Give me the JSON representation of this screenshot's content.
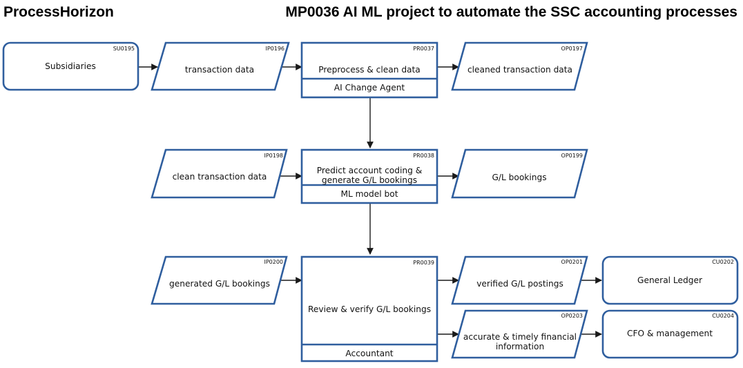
{
  "header": {
    "brand": "ProcessHorizon",
    "title": "MP0036 AI ML project to automate the SSC accounting processes"
  },
  "nodes": {
    "su0195": {
      "code": "SU0195",
      "label": "Subsidiaries"
    },
    "ip0196": {
      "code": "IP0196",
      "label": "transaction data"
    },
    "pr0037": {
      "code": "PR0037",
      "label": "Preprocess & clean data",
      "role": "AI Change Agent"
    },
    "op0197": {
      "code": "OP0197",
      "label": "cleaned transaction data"
    },
    "ip0198": {
      "code": "IP0198",
      "label": "clean transaction data"
    },
    "pr0038": {
      "code": "PR0038",
      "label_line1": "Predict account coding &",
      "label_line2": "generate G/L bookings",
      "role": "ML model bot"
    },
    "op0199": {
      "code": "OP0199",
      "label": "G/L bookings"
    },
    "ip0200": {
      "code": "IP0200",
      "label": "generated G/L bookings"
    },
    "pr0039": {
      "code": "PR0039",
      "label": "Review & verify G/L bookings",
      "role": "Accountant"
    },
    "op0201": {
      "code": "OP0201",
      "label": "verified G/L postings"
    },
    "cu0202": {
      "code": "CU0202",
      "label": "General Ledger"
    },
    "op0203": {
      "code": "OP0203",
      "label_line1": "accurate & timely financial",
      "label_line2": "information"
    },
    "cu0204": {
      "code": "CU0204",
      "label": "CFO & management"
    }
  },
  "colors": {
    "shape_border": "#2f5e9e",
    "connector": "#1a1a1a",
    "background": "#ffffff"
  }
}
